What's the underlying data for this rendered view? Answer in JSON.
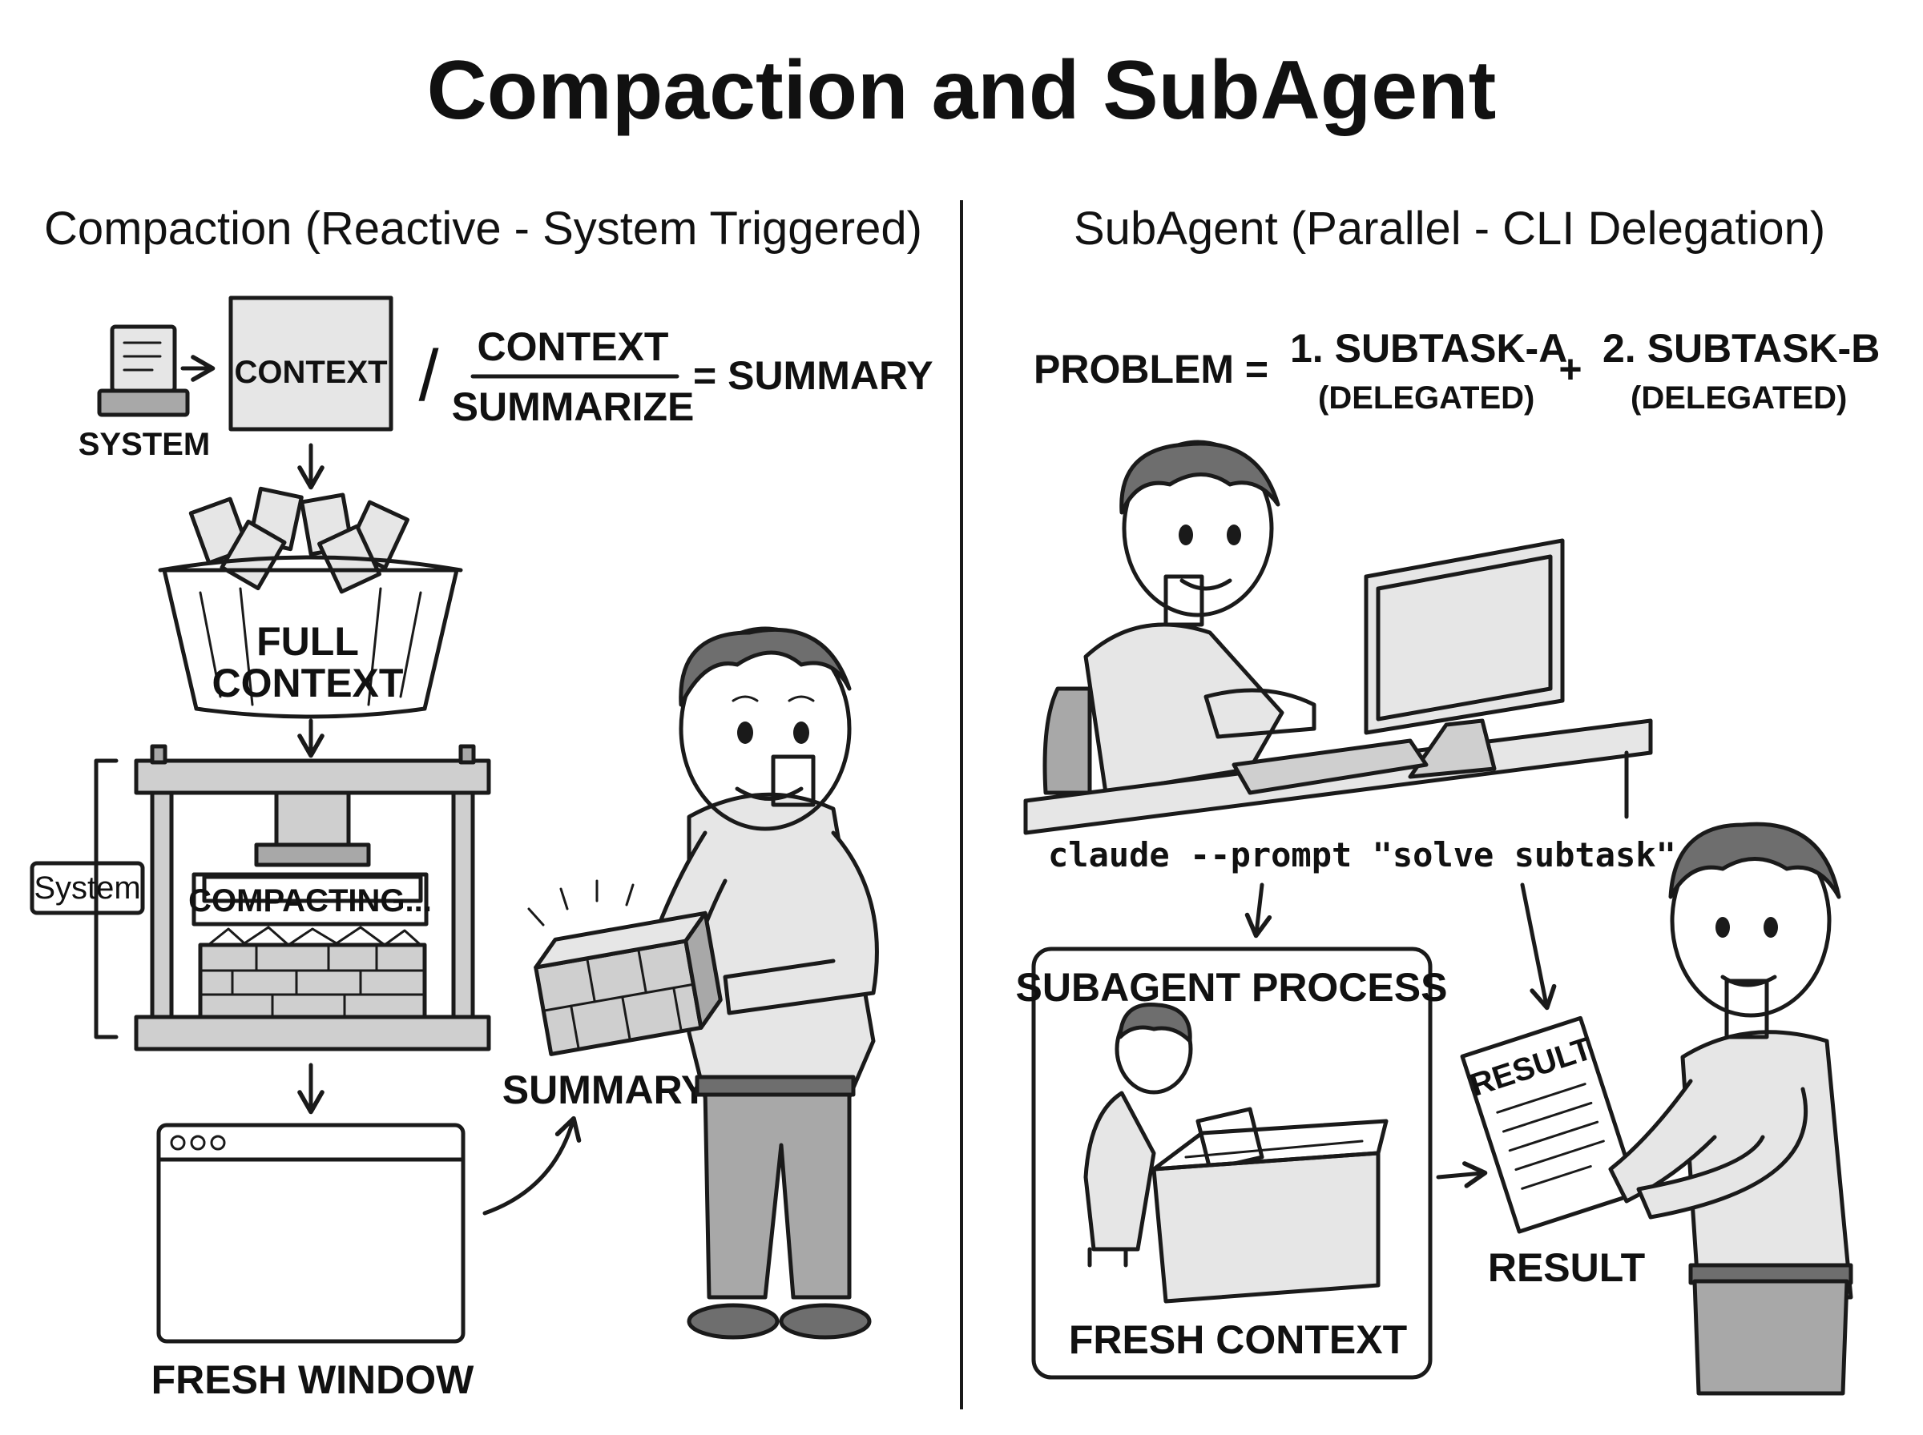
{
  "title": "Compaction and SubAgent",
  "left": {
    "heading": "Compaction (Reactive - System Triggered)",
    "system_label": "SYSTEM",
    "context_box": "CONTEXT",
    "fraction_top": "CONTEXT",
    "fraction_bottom": "SUMMARIZE",
    "equals_result": "= SUMMARY",
    "slash": "/",
    "basket_line1": "FULL",
    "basket_line2": "CONTEXT",
    "system_bracket": "System",
    "press_label": "COMPACTING...",
    "summary_label": "SUMMARY",
    "window_dots": "ooo",
    "window_label": "FRESH WINDOW"
  },
  "right": {
    "heading": "SubAgent (Parallel - CLI Delegation)",
    "problem": "PROBLEM =",
    "subtask_a": "1. SUBTASK-A",
    "subtask_a_note": "(DELEGATED)",
    "plus": "+",
    "subtask_b": "2. SUBTASK-B",
    "subtask_b_note": "(DELEGATED)",
    "command": "claude --prompt \"solve subtask\"",
    "process_title": "SUBAGENT PROCESS",
    "process_footer": "FRESH CONTEXT",
    "paper_label": "RESULT",
    "result_label": "RESULT"
  }
}
